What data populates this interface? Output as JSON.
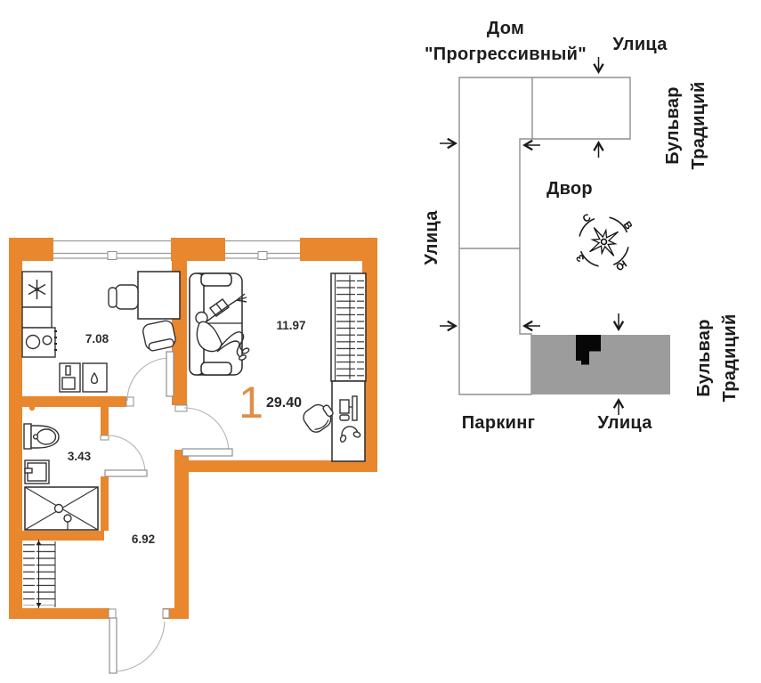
{
  "floor_plan": {
    "rooms_count": "1",
    "total_area": "29.40",
    "rooms": [
      {
        "name": "kitchen",
        "area": "7.08"
      },
      {
        "name": "living-room",
        "area": "11.97"
      },
      {
        "name": "bathroom",
        "area": "3.43"
      },
      {
        "name": "hallway",
        "area": "6.92"
      }
    ],
    "colors": {
      "wall": "#e8872e",
      "rooms_number_accent": "#df8e49"
    }
  },
  "site_plan": {
    "building_name_line1": "Дом",
    "building_name_line2": "\"Прогрессивный\"",
    "street_top": "Улица",
    "street_left": "Улица",
    "street_bottom": "Улица",
    "parking": "Паркинг",
    "courtyard": "Двор",
    "boulevard_top_line1": "Бульвар",
    "boulevard_top_line2": "Традиций",
    "boulevard_bottom_line1": "Бульвар",
    "boulevard_bottom_line2": "Традиций",
    "compass": {
      "north": "С",
      "east": "В",
      "south": "Ю",
      "west": "З"
    },
    "colors": {
      "highlighted_section": "#9c9c9c",
      "apartment_marker": "#070707"
    }
  }
}
